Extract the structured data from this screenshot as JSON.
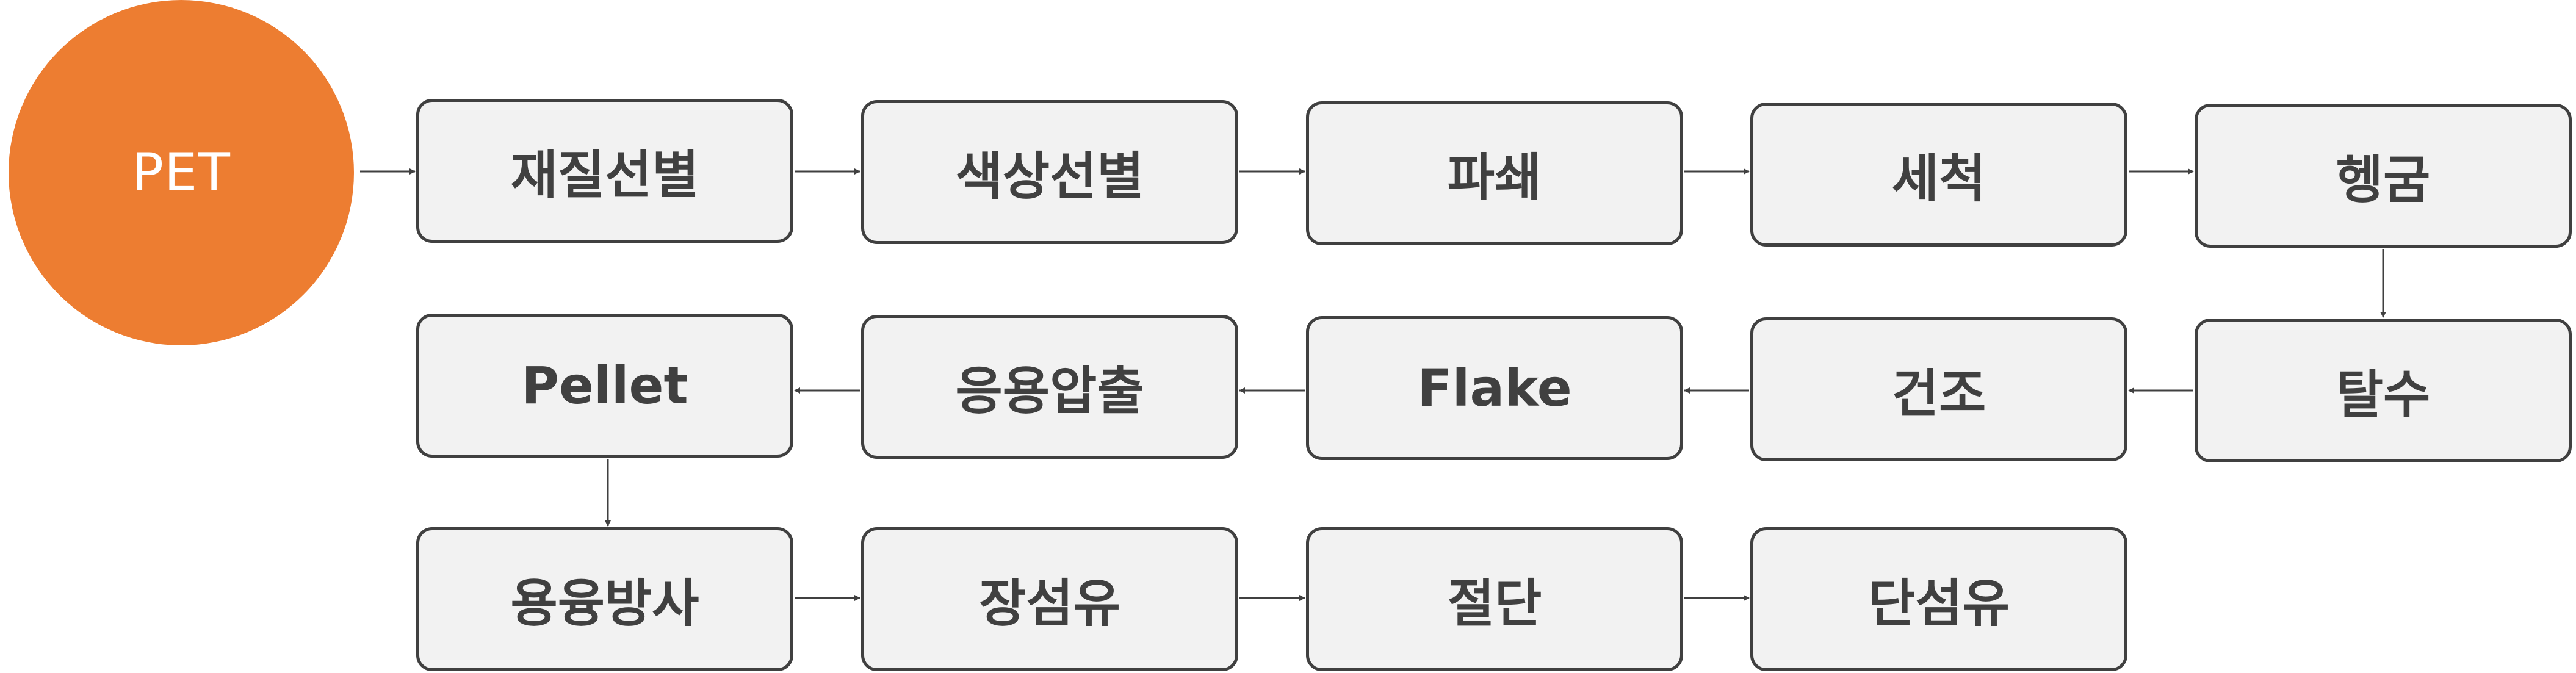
{
  "diagram": {
    "start": {
      "label": "PET"
    },
    "rows": [
      {
        "direction": "left-to-right",
        "steps": [
          "재질선별",
          "색상선별",
          "파쇄",
          "세척",
          "헹굼"
        ]
      },
      {
        "direction": "right-to-left",
        "steps": [
          "탈수",
          "건조",
          "Flake",
          "응용압출",
          "Pellet"
        ]
      },
      {
        "direction": "left-to-right",
        "steps": [
          "용융방사",
          "장섬유",
          "절단",
          "단섬유"
        ]
      }
    ]
  },
  "colors": {
    "start_fill": "#ED7D31",
    "start_text": "#FFFFFF",
    "box_fill": "#F2F2F2",
    "box_border": "#404040",
    "box_text": "#404040",
    "connector": "#404040"
  }
}
